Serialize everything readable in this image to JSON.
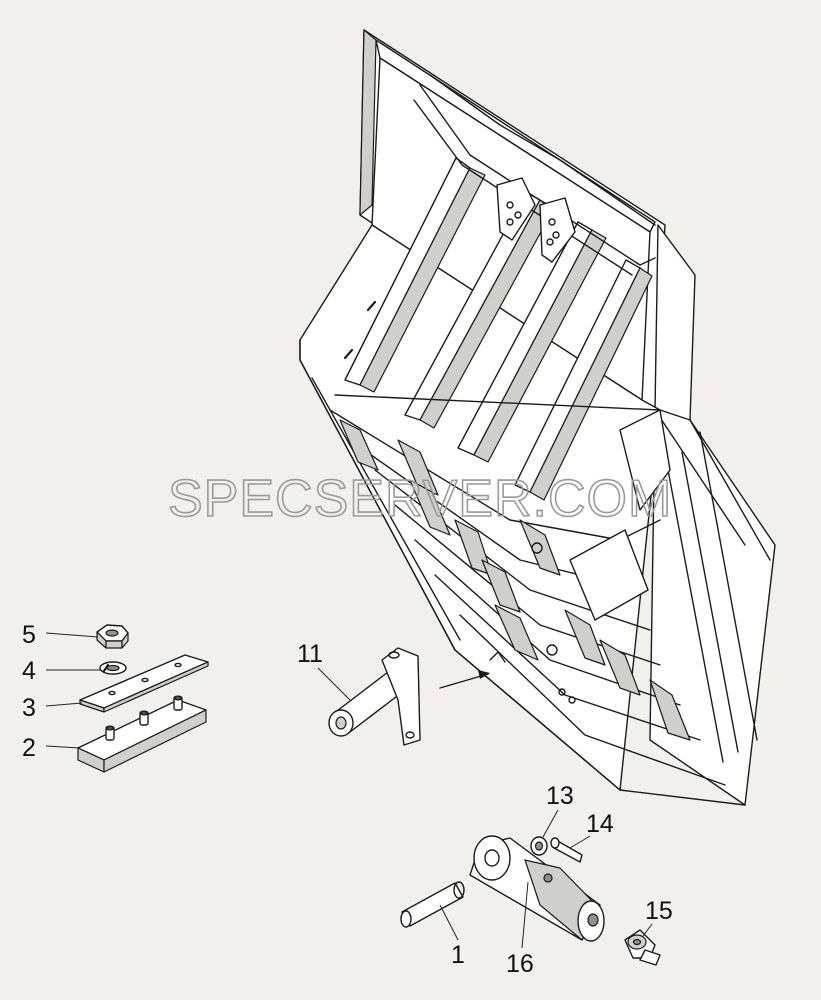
{
  "watermark": "SPECSERVER.COM",
  "callouts": {
    "c1": "1",
    "c2": "2",
    "c3": "3",
    "c4": "4",
    "c5": "5",
    "c11": "11",
    "c13": "13",
    "c14": "14",
    "c15": "15",
    "c16": "16"
  },
  "colors": {
    "background": "#f1f0ec",
    "line": "#1b1b1b",
    "watermark": "#9a9a9a"
  }
}
